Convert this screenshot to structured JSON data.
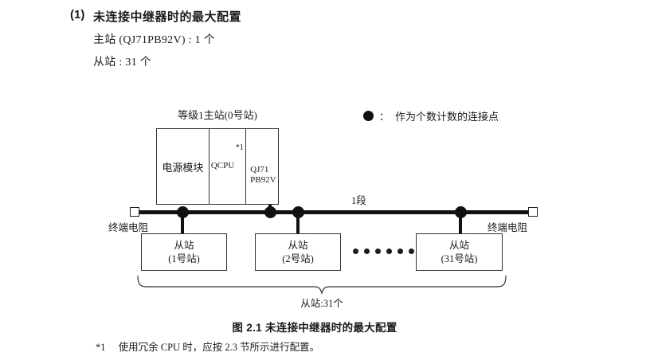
{
  "heading": {
    "number": "(1)",
    "title": "未连接中继器时的最大配置",
    "master_count_line": "主站 (QJ71PB92V) : 1 个",
    "slave_count_line": "从站 : 31 个"
  },
  "legend": {
    "icon": "filled-circle-icon",
    "separator": "：",
    "text": "作为个数计数的连接点"
  },
  "diagram": {
    "master": {
      "label": "等级1主站(0号站)",
      "cells": [
        {
          "name": "power-module",
          "text": "电源模块"
        },
        {
          "name": "qcpu",
          "text": "QCPU",
          "footnote_mark": "*1"
        },
        {
          "name": "network-module",
          "line1": "QJ71",
          "line2": "PB92V"
        }
      ]
    },
    "bus": {
      "segment_label": "1段",
      "terminator_left_label": "终端电阻",
      "terminator_right_label": "终端电阻",
      "connection_dot_count": 4
    },
    "slaves": [
      {
        "name": "slave-1",
        "line1": "从站",
        "line2": "(1号站)"
      },
      {
        "name": "slave-2",
        "line1": "从站",
        "line2": "(2号站)"
      },
      {
        "name": "slave-31",
        "line1": "从站",
        "line2": "(31号站)"
      }
    ],
    "ellipsis_dot_count": 6,
    "brace_label": "从站:31个"
  },
  "caption": "图 2.1  未连接中继器时的最大配置",
  "footnote": {
    "mark": "*1",
    "text": "使用冗余 CPU 时，应按 2.3 节所示进行配置。"
  },
  "colors": {
    "ink": "#1a1a1a",
    "line": "#333333",
    "node": "#111111",
    "paper": "#ffffff"
  }
}
